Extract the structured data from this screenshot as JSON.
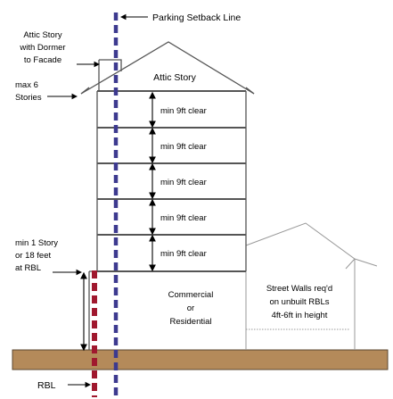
{
  "labels": {
    "parking_setback_line": "Parking Setback Line",
    "attic_dormer": [
      "Attic Story",
      "with Dormer",
      "to Facade"
    ],
    "max_stories": [
      "max 6",
      "Stories"
    ],
    "attic_story": "Attic Story",
    "clearance": [
      "min 9ft clear",
      "min 9ft clear",
      "min 9ft clear",
      "min 9ft clear",
      "min 9ft clear"
    ],
    "min_story": [
      "min 1 Story",
      "or 18 feet",
      "at RBL"
    ],
    "ground_floor_use": [
      "Commercial",
      "or",
      "Residential"
    ],
    "street_walls": [
      "Street Walls req'd",
      "on unbuilt RBLs",
      "4ft-6ft in height"
    ],
    "rbl": "RBL"
  },
  "colors": {
    "setback_line": "#3d3a8f",
    "rbl_line": "#a0182e",
    "ground": "#b48a5a",
    "ground_stroke": "#5a4630",
    "building_stroke": "#555555",
    "ghost_stroke": "#999999"
  }
}
